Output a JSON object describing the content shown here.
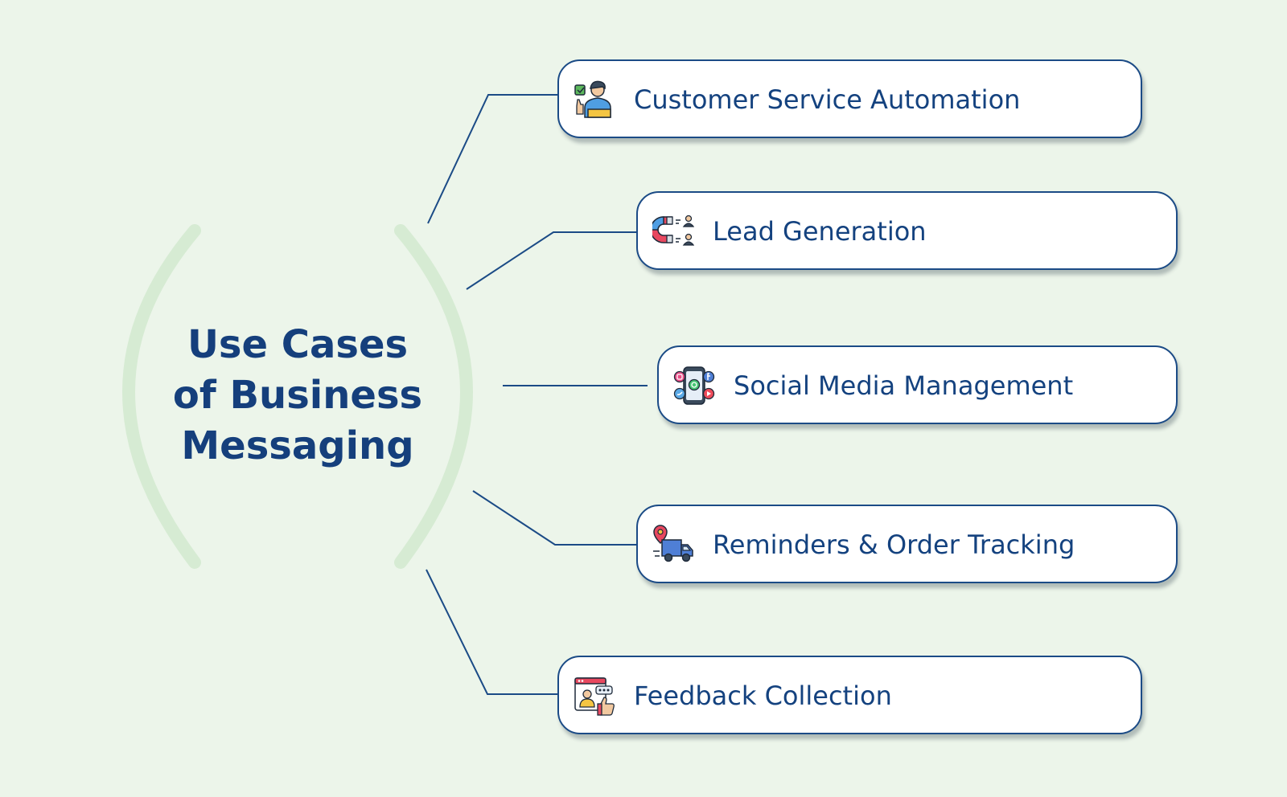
{
  "title": {
    "line1": "Use Cases",
    "line2": "of Business",
    "line3": "Messaging"
  },
  "use_cases": [
    {
      "label": "Customer Service Automation",
      "icon": "customer-service-agent-icon"
    },
    {
      "label": "Lead Generation",
      "icon": "magnet-leads-icon"
    },
    {
      "label": "Social Media Management",
      "icon": "social-media-phone-icon"
    },
    {
      "label": "Reminders & Order Tracking",
      "icon": "delivery-truck-icon"
    },
    {
      "label": "Feedback Collection",
      "icon": "feedback-thumbs-up-icon"
    }
  ],
  "colors": {
    "background": "#ecf5ea",
    "bracket": "#d6ebd3",
    "primary": "#153f7c",
    "card_border": "#1b4b86",
    "connector": "#1b4b86"
  }
}
